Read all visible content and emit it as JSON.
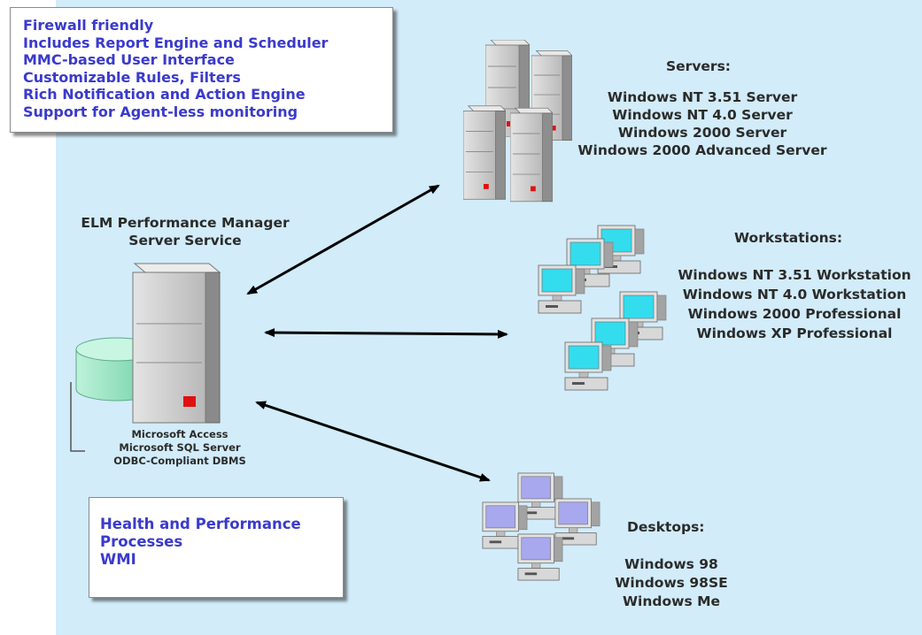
{
  "features": [
    "Firewall friendly",
    "Includes Report Engine and Scheduler",
    "MMC-based User Interface",
    "Customizable Rules, Filters",
    "Rich Notification and Action Engine",
    "Support for Agent-less monitoring"
  ],
  "protocols": [
    "Health and Performance",
    "Processes",
    "WMI"
  ],
  "elm": {
    "title_line1": "ELM Performance Manager",
    "title_line2": "Server Service",
    "databases": [
      "Microsoft Access",
      "Microsoft SQL Server",
      "ODBC-Compliant DBMS"
    ]
  },
  "servers": {
    "heading": "Servers:",
    "items": [
      "Windows NT 3.51 Server",
      "Windows NT 4.0 Server",
      "Windows 2000 Server",
      "Windows 2000 Advanced Server"
    ]
  },
  "workstations": {
    "heading": "Workstations:",
    "items": [
      "Windows NT 3.51 Workstation",
      "Windows NT 4.0 Workstation",
      "Windows 2000 Professional",
      "Windows XP Professional"
    ]
  },
  "desktops": {
    "heading": "Desktops:",
    "items": [
      "Windows 98",
      "Windows 98SE",
      "Windows Me"
    ]
  },
  "colors": {
    "background_panel": "#d2ecf9",
    "feature_text": "#3a3acc",
    "label_text": "#2b2b2b",
    "server_gray": "#c4c4c4",
    "power_led": "#e01010",
    "monitor_screen_cyan": "#33ddee",
    "monitor_screen_lavender": "#a8a8ee",
    "database_green": "#9fe8c8"
  }
}
